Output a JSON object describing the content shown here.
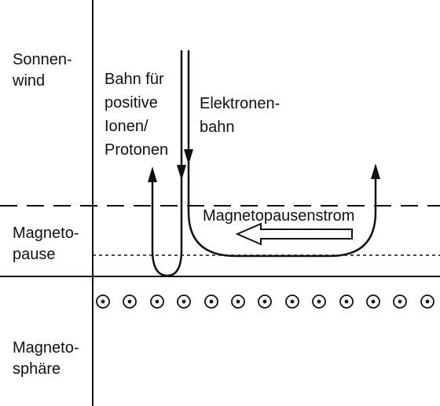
{
  "diagram": {
    "zones": {
      "solar_wind": "Sonnen-\nwind",
      "magnetopause": "Magneto-\npause",
      "magnetosphere": "Magneto-\nsphäre"
    },
    "paths": {
      "ion_path": "Bahn für\npositive\nIonen/\nProtonen",
      "electron_path": "Elektronen-\nbahn",
      "current": "Magnetopausenstrom"
    },
    "field_symbol": "out-of-page-dot-in-circle-icon",
    "colors": {
      "ink": "#111111",
      "background": "#ffffff"
    }
  }
}
